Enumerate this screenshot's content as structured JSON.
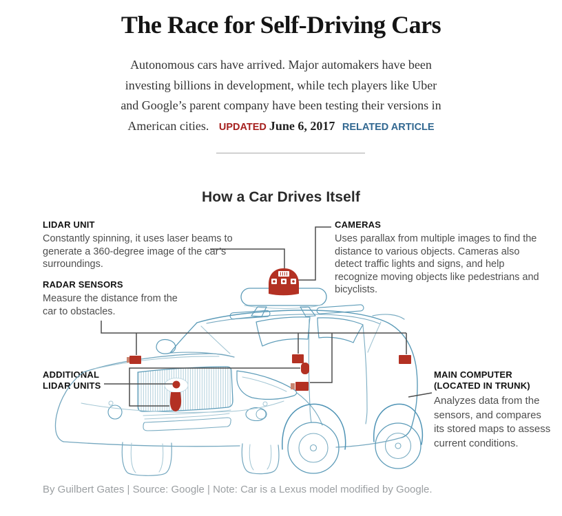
{
  "header": {
    "title": "The Race for Self-Driving Cars",
    "intro": "Autonomous cars have arrived. Major automakers have been investing billions in development, while tech players like Uber and Google’s parent company have been testing their versions in American cities.",
    "updated_label": "UPDATED",
    "updated_date": "June 6, 2017",
    "related_link": "RELATED ARTICLE"
  },
  "diagram": {
    "title": "How a Car Drives Itself",
    "callouts": {
      "lidar": {
        "label": "LIDAR UNIT",
        "body": "Constantly spinning, it uses laser beams to generate a 360-degree image of the car’s surroundings."
      },
      "cameras": {
        "label": "CAMERAS",
        "body": "Uses parallax from multiple images to find the distance to various objects. Cameras also detect traffic lights and signs, and help recognize moving objects like pedestrians and bicyclists."
      },
      "radar": {
        "label": "RADAR SENSORS",
        "body": "Measure the distance from the car to obstacles."
      },
      "additional_lidar": {
        "label": "ADDITIONAL LIDAR UNITS"
      },
      "main_computer": {
        "label": "MAIN COMPUTER (LOCATED IN TRUNK)",
        "body": "Analyzes data from the sensors, and compares its stored maps to assess current conditions."
      }
    },
    "colors": {
      "accent_red": "#A6201E",
      "link_blue": "#326891",
      "sensor_red": "#B33123",
      "car_outline_blue": "#74A7BF",
      "callout_line": "#4B4B4B"
    }
  },
  "footer": {
    "credit": "By Guilbert Gates | Source: Google | Note: Car is a Lexus model modified by Google."
  }
}
